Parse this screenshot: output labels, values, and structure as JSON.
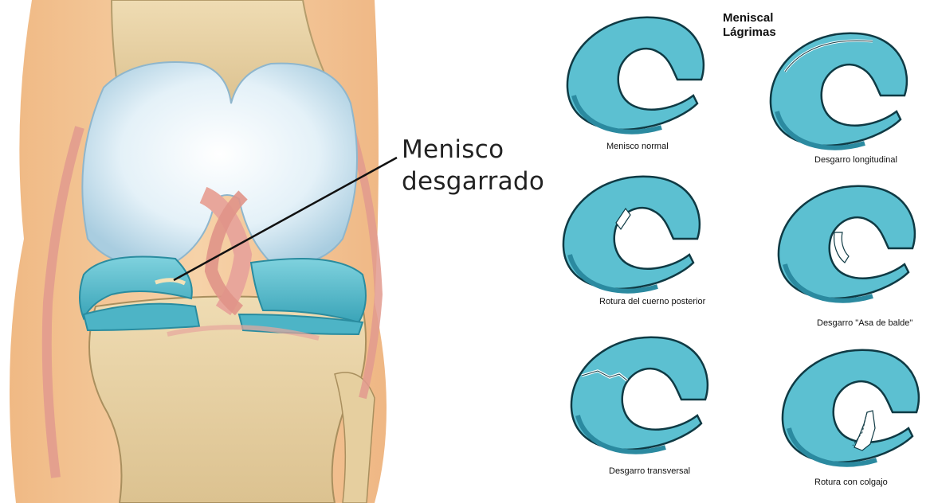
{
  "knee": {
    "callout_line1": "Menisco",
    "callout_line2": "desgarrado"
  },
  "tears": {
    "title_line1": "Meniscal",
    "title_line2": "Lágrimas",
    "items": [
      {
        "label": "Menisco normal",
        "kind": "normal"
      },
      {
        "label": "Desgarro longitudinal",
        "kind": "longitudinal"
      },
      {
        "label": "Rotura del cuerno posterior",
        "kind": "posterior-horn"
      },
      {
        "label": "Desgarro \"Asa de balde\"",
        "kind": "bucket-handle"
      },
      {
        "label": "Desgarro transversal",
        "kind": "transverse"
      },
      {
        "label": "Rotura con colgajo",
        "kind": "flap"
      }
    ]
  },
  "colors": {
    "meniscus": "#5fc3d3",
    "meniscus_dark": "#2f97ab",
    "cartilage": "#dcecf5",
    "bone": "#e7d3a8",
    "ligament": "#e0958b",
    "skin": "#f1c28f"
  }
}
